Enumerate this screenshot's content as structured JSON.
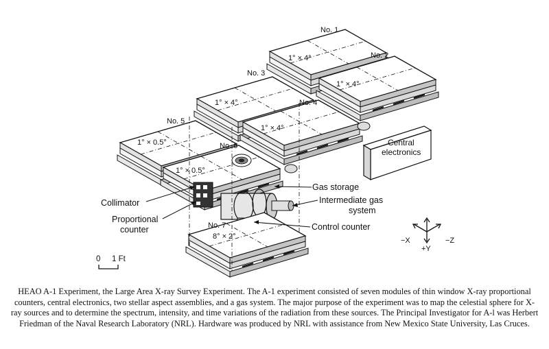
{
  "modules": [
    {
      "no": "No. 1",
      "fov": "1° × 4°"
    },
    {
      "no": "No. 2",
      "fov": "1° × 4°"
    },
    {
      "no": "No. 3",
      "fov": "1° × 4°"
    },
    {
      "no": "No. 4",
      "fov": "1° × 4°"
    },
    {
      "no": "No. 5",
      "fov": "1° × 0.5°"
    },
    {
      "no": "No. 6",
      "fov": "1° × 0.5°"
    },
    {
      "no": "No. 7",
      "fov": "8° × 2°"
    }
  ],
  "labels": {
    "central_electronics_line1": "Central",
    "central_electronics_line2": "electronics",
    "gas_storage": "Gas storage",
    "intermediate_gas_line1": "Intermediate gas",
    "intermediate_gas_line2": "system",
    "control_counter": "Control counter",
    "collimator": "Collimator",
    "proportional_line1": "Proportional",
    "proportional_line2": "counter"
  },
  "axes": {
    "neg_x": "−X",
    "pos_y": "+Y",
    "neg_z": "−Z"
  },
  "scale": {
    "zero": "0",
    "one_ft": "1 Ft"
  },
  "caption": "HEAO A-1 Experiment, the Large Area X-ray Survey Experiment. The A-1 experiment consisted of seven modules of thin window X-ray proportional counters, central electronics, two stellar aspect assemblies, and a gas system. The major purpose of the experiment was to map the celestial sphere for X-ray sources and to determine the spectrum, intensity, and time variations of the radiation from these sources. The Principal Investigator for A-l was Herbert Friedman of the Naval Research Laboratory (NRL). Hardware was produced by NRL with assistance from New Mexico State University, Las Cruces."
}
